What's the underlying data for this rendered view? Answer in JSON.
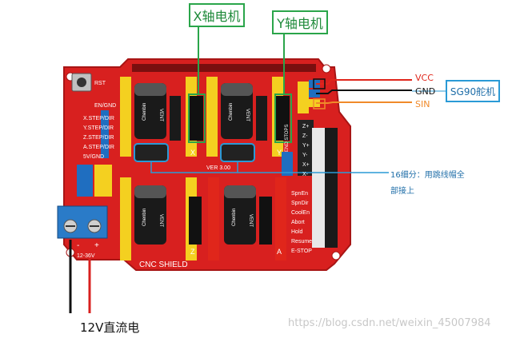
{
  "labels": {
    "x_motor": "X轴电机",
    "y_motor": "Y轴电机",
    "sg90": "SG90舵机",
    "vcc": "VCC",
    "gnd": "GND",
    "sin": "SIN",
    "microstep_line1": "16细分：用跳线帽全",
    "microstep_line2": "部接上",
    "power": "12V直流电",
    "watermark": "https://blog.csdn.net/weixin_45007984"
  },
  "board": {
    "left_pins": [
      "EN/GND",
      "X.STEP/DIR",
      "Y.STEP/DIR",
      "Z.STEP/DIR",
      "A.STEP/DIR",
      "5V/GND"
    ],
    "right_pins": [
      "SpnEn",
      "SpnDir",
      "CoolEn",
      "Abort",
      "Hold",
      "Resume",
      "E-STOP"
    ],
    "endstops": [
      "Z+",
      "Z-",
      "Y+",
      "Y-",
      "X+",
      "X-"
    ],
    "endstop_title": "END STOPS",
    "rst": "RST",
    "version": "VER 3.00",
    "shield_name": "CNC SHIELD",
    "voltage": "12-36V",
    "minus": "-",
    "plus": "+",
    "axis_x": "X",
    "axis_y": "Y",
    "axis_z": "Z",
    "axis_a": "A",
    "cap_brand": "Chenbin",
    "cap_brand2": "VENT"
  },
  "colors": {
    "board": "#d8201f",
    "board_dark": "#a81515",
    "header_yellow": "#f4d020",
    "header_dark": "#1a1a1a",
    "green": "#2aa54a",
    "blue": "#2a9ad6",
    "red_wire": "#e0261b",
    "orange_wire": "#f08a2a"
  }
}
